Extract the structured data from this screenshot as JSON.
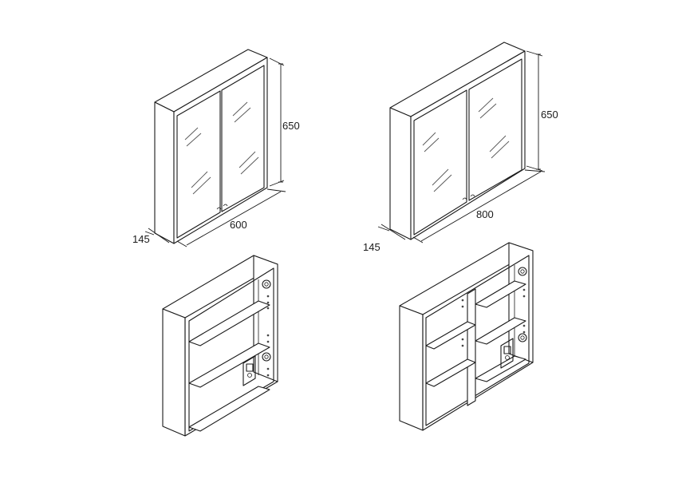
{
  "figures": [
    {
      "id": "cabinet-600-closed",
      "height_label": "650",
      "width_label": "600",
      "depth_label": "145"
    },
    {
      "id": "cabinet-800-closed",
      "height_label": "650",
      "width_label": "800",
      "depth_label": "145"
    },
    {
      "id": "cabinet-600-open"
    },
    {
      "id": "cabinet-800-open"
    }
  ],
  "colors": {
    "line": "#1a1a1a",
    "background": "#ffffff"
  }
}
